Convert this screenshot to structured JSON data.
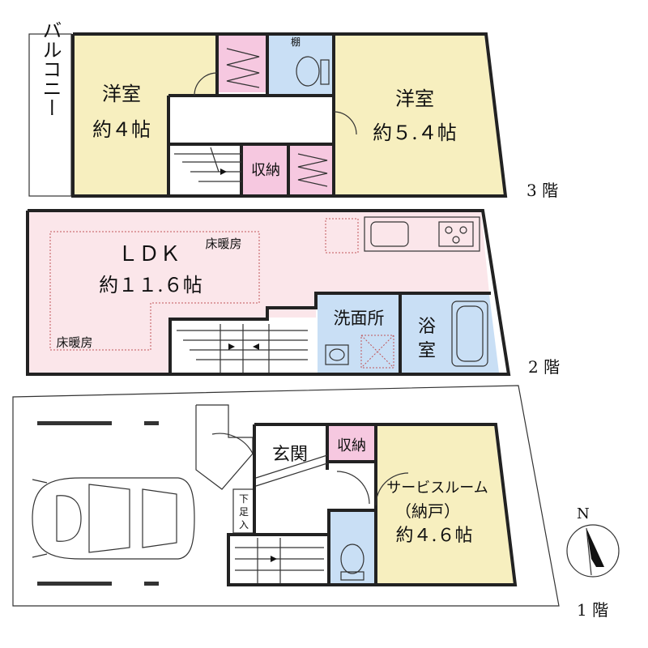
{
  "colors": {
    "western_room": "#f7efbf",
    "ldk": "#fbe6ea",
    "storage": "#f6c8e0",
    "wet_area": "#c9dff5",
    "hall": "#ffffff",
    "wall": "#222222"
  },
  "floor3": {
    "label": "3 階",
    "balcony": "バルコニー",
    "room_left_name": "洋室",
    "room_left_size": "約４帖",
    "room_right_name": "洋室",
    "room_right_size": "約５.４帖",
    "storage": "収納",
    "shelf": "棚"
  },
  "floor2": {
    "label": "2 階",
    "ldk_name": "ＬＤＫ",
    "ldk_size": "約１１.６帖",
    "floor_heating_1": "床暖房",
    "floor_heating_2": "床暖房",
    "washroom": "洗面所",
    "bath_1": "浴",
    "bath_2": "室"
  },
  "floor1": {
    "label": "1 階",
    "entrance": "玄関",
    "storage": "収納",
    "shoe_1": "下",
    "shoe_2": "足",
    "shoe_3": "入",
    "service_room": "サービスルーム",
    "service_room_sub": "（納戸）",
    "service_room_size": "約４.６帖"
  },
  "compass": {
    "north": "N"
  },
  "icons": [
    "north-arrow-icon",
    "car-icon",
    "toilet-icon",
    "bathtub-icon",
    "kitchen-sink-icon",
    "stove-icon",
    "washbasin-icon",
    "washing-machine-icon",
    "closet-hanger-icon",
    "stairs-icon",
    "door-swing-icon"
  ]
}
